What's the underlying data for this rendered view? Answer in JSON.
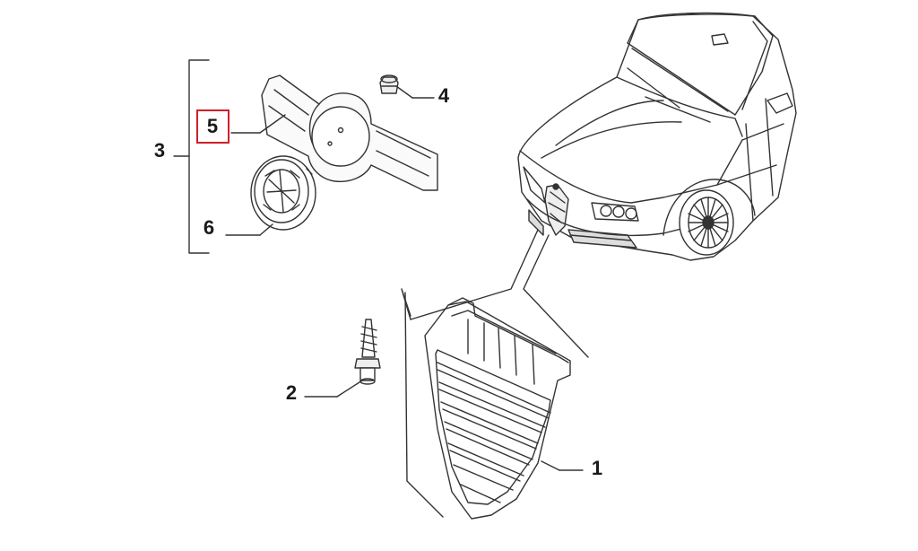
{
  "colors": {
    "line": "#333333",
    "highlight": "#d01f2a",
    "background": "#ffffff"
  },
  "callouts": {
    "item1": "1",
    "item2": "2",
    "item3": "3",
    "item4": "4",
    "item5": "5",
    "item6": "6"
  },
  "highlighted_item": "5"
}
